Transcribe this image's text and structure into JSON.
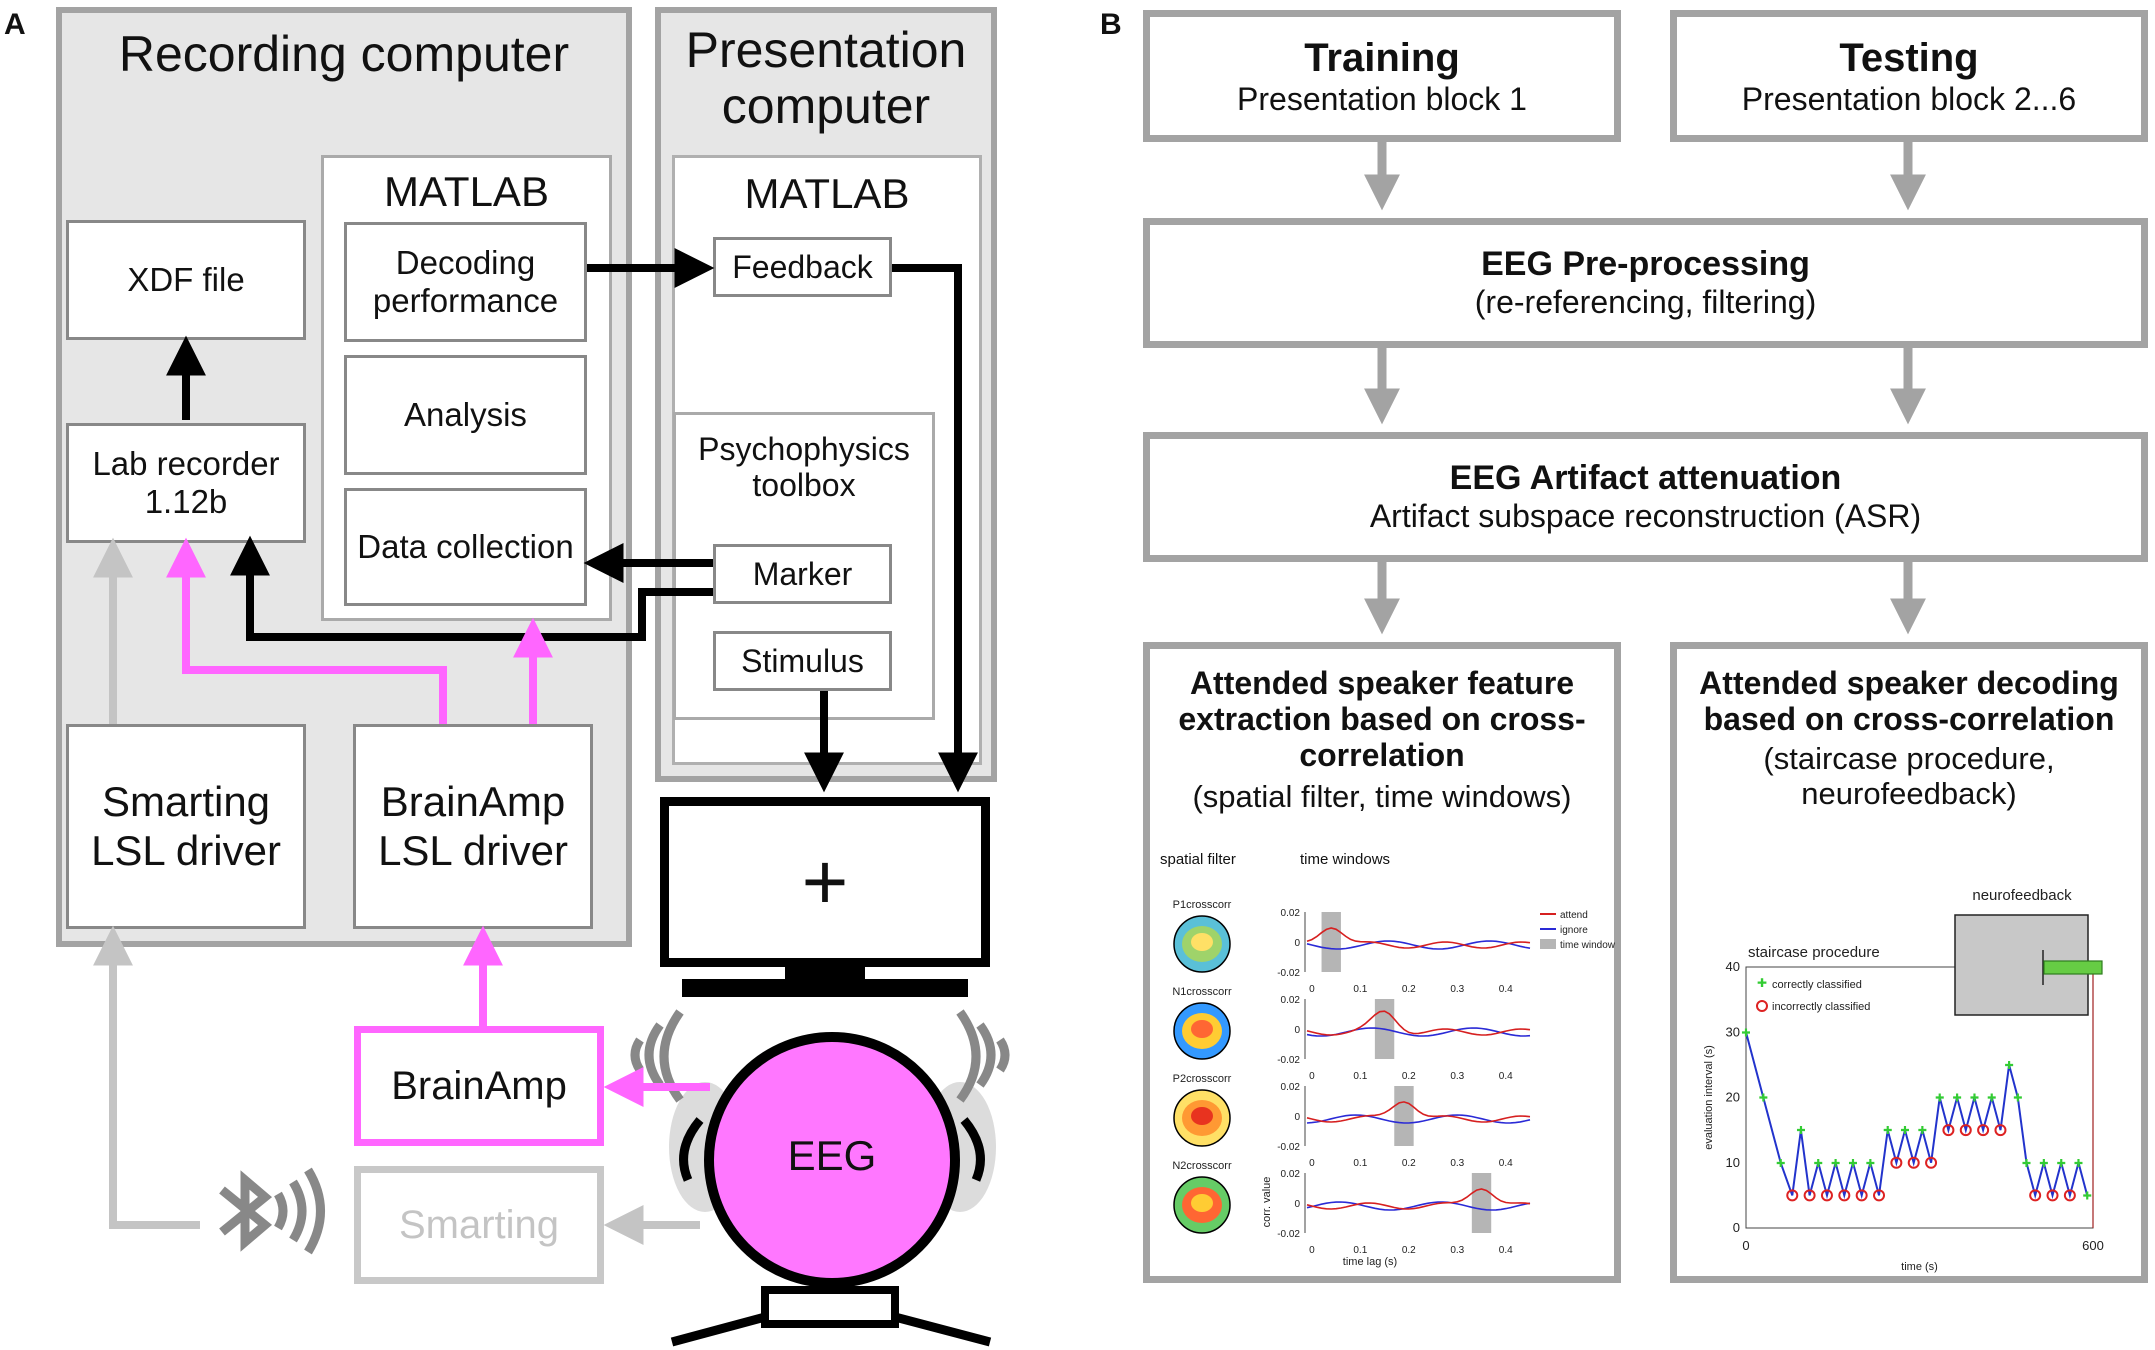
{
  "panels": {
    "a_label": "A",
    "b_label": "B"
  },
  "recording": {
    "title": "Recording computer",
    "matlab": "MATLAB",
    "xdf": "XDF file",
    "decoding": "Decoding performance",
    "analysis": "Analysis",
    "data_collection": "Data collection",
    "lab_recorder": "Lab recorder 1.12b",
    "smarting_driver": "Smarting LSL driver",
    "brainamp_driver": "BrainAmp LSL driver"
  },
  "presentation": {
    "title": "Presentation computer",
    "matlab": "MATLAB",
    "feedback": "Feedback",
    "psychtoolbox": "Psychophysics toolbox",
    "marker": "Marker",
    "stimulus": "Stimulus"
  },
  "hardware": {
    "brainamp": "BrainAmp",
    "smarting": "Smarting",
    "eeg": "EEG",
    "fixation": "+"
  },
  "colors": {
    "magenta": "#ff66ff",
    "light_gray": "#c4c4c4",
    "panel_gray": "#e6e6e6",
    "border_gray": "#a3a3a3"
  },
  "flowchart": {
    "training_title": "Training",
    "training_sub": "Presentation block 1",
    "testing_title": "Testing",
    "testing_sub": "Presentation block 2...6",
    "preproc_title": "EEG Pre-processing",
    "preproc_sub": "(re-referencing, filtering)",
    "artifact_title": "EEG Artifact attenuation",
    "artifact_sub": "Artifact subspace reconstruction (ASR)",
    "feature_title": "Attended speaker feature extraction based on cross-correlation",
    "feature_sub": "(spatial filter, time windows)",
    "decoding_title": "Attended speaker decoding based on cross-correlation",
    "decoding_sub": "(staircase procedure, neurofeedback)"
  },
  "feature_plot": {
    "spatial_filter_label": "spatial filter",
    "time_windows_label": "time windows",
    "rows": [
      {
        "name": "P1crosscorr",
        "window": [
          0.02,
          0.06
        ]
      },
      {
        "name": "N1crosscorr",
        "window": [
          0.13,
          0.17
        ]
      },
      {
        "name": "P2crosscorr",
        "window": [
          0.17,
          0.21
        ]
      },
      {
        "name": "N2crosscorr",
        "window": [
          0.33,
          0.37
        ]
      }
    ],
    "yticks": [
      "0.02",
      "0",
      "-0.02"
    ],
    "xticks": [
      "0",
      "0.1",
      "0.2",
      "0.3",
      "0.4"
    ],
    "xlabel": "time lag (s)",
    "ylabel": "corr. value",
    "legend": [
      "attend",
      "ignore",
      "time window"
    ],
    "attend_color": "#d62020",
    "ignore_color": "#2a2ad6"
  },
  "chart_data": {
    "type": "line",
    "title": "staircase procedure",
    "xlabel": "time (s)",
    "ylabel": "evaluation interval (s)",
    "xlim": [
      0,
      600
    ],
    "ylim": [
      0,
      40
    ],
    "xticks": [
      "0",
      "600"
    ],
    "yticks": [
      "0",
      "10",
      "20",
      "30",
      "40"
    ],
    "legend": [
      "correctly classified",
      "incorrectly classified"
    ],
    "inset_title": "neurofeedback",
    "series": [
      {
        "name": "evaluation interval",
        "x": [
          0,
          30,
          60,
          80,
          95,
          110,
          125,
          140,
          155,
          170,
          185,
          200,
          215,
          230,
          245,
          260,
          275,
          290,
          305,
          320,
          335,
          350,
          365,
          380,
          395,
          410,
          425,
          440,
          455,
          470,
          485,
          500,
          515,
          530,
          545,
          560,
          575,
          590
        ],
        "y": [
          30,
          20,
          10,
          5,
          15,
          5,
          10,
          5,
          10,
          5,
          10,
          5,
          10,
          5,
          15,
          10,
          15,
          10,
          15,
          10,
          20,
          15,
          20,
          15,
          20,
          15,
          20,
          15,
          25,
          20,
          10,
          5,
          10,
          5,
          10,
          5,
          10,
          5
        ]
      }
    ]
  }
}
